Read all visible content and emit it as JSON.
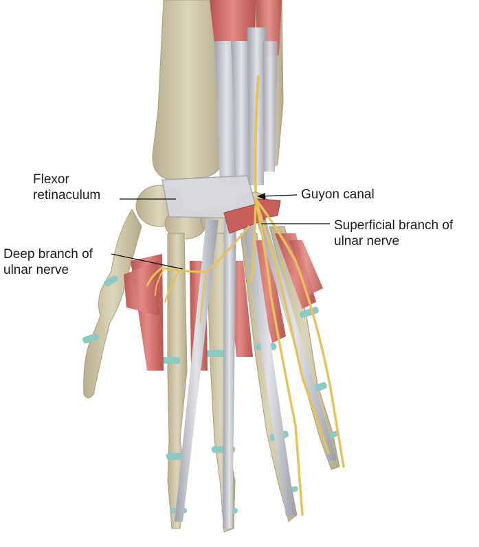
{
  "figure": {
    "labels": {
      "flexor_retinaculum": {
        "line1": "Flexor",
        "line2": "retinaculum"
      },
      "guyon_canal": "Guyon canal",
      "superficial_branch": {
        "line1": "Superficial branch of",
        "line2": "ulnar nerve"
      },
      "deep_branch": {
        "line1": "Deep branch of",
        "line2": "ulnar nerve"
      }
    },
    "colors": {
      "bone": "#d6cdb0",
      "bone_shadow": "#b7ad8c",
      "muscle": "#d97c78",
      "muscle_dark": "#b85a57",
      "tendon": "#c9cbd2",
      "tendon_shadow": "#9fa3ad",
      "nerve": "#e9c96a",
      "cartilage": "#8cc8c4",
      "leader_line": "#111111"
    }
  }
}
